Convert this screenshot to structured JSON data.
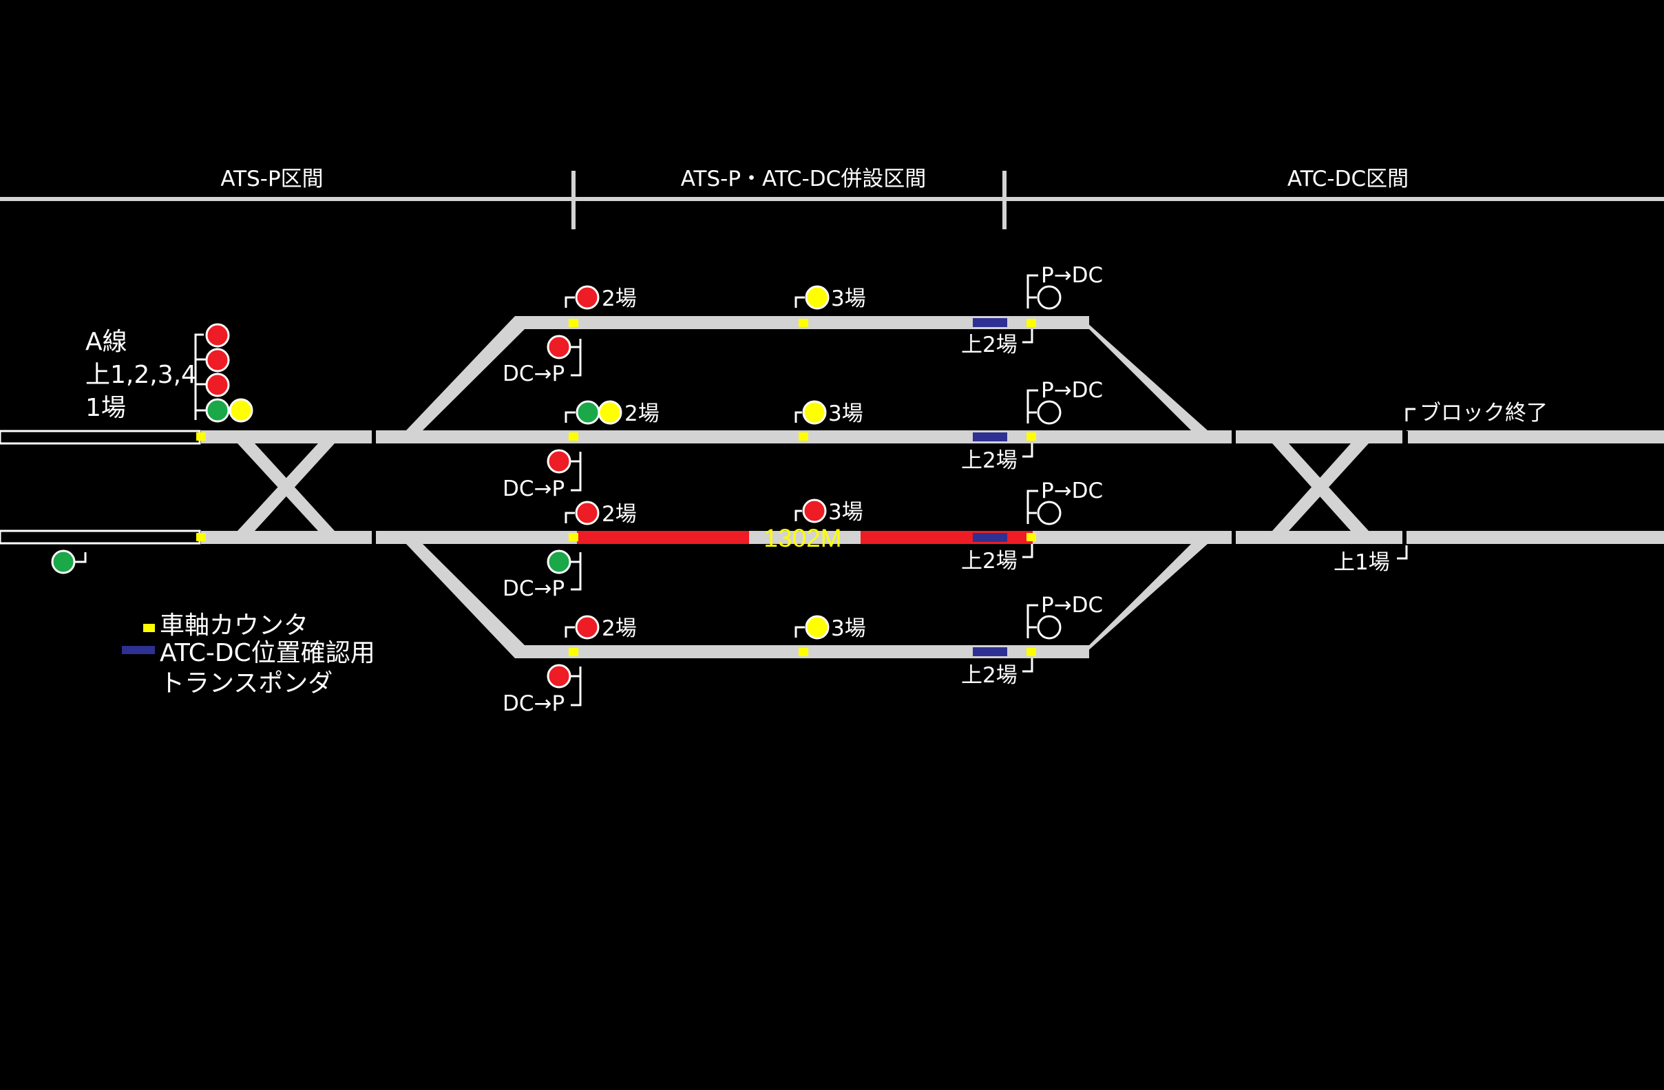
{
  "sections": {
    "ats_p": "ATS-P区間",
    "mixed": "ATS-P・ATC-DC併設区間",
    "atc_dc": "ATC-DC区間"
  },
  "home_signal": {
    "line1": "A線",
    "line2": "上1,2,3,4",
    "line3": "1場"
  },
  "labels": {
    "track1_2": "2場",
    "track1_3": "3場",
    "track2_2": "2場",
    "track2_3": "3場",
    "track3_2": "2場",
    "track3_3": "3場",
    "track4_2": "2場",
    "track4_3": "3場",
    "dc_p_1": "DC→P",
    "dc_p_2": "DC→P",
    "dc_p_3": "DC→P",
    "dc_p_4": "DC→P",
    "p_dc_1": "P→DC",
    "p_dc_2": "P→DC",
    "p_dc_3": "P→DC",
    "p_dc_4": "P→DC",
    "up2_1": "上2場",
    "up2_2": "上2場",
    "up2_3": "上2場",
    "up2_4": "上2場",
    "block_end": "ブロック終了",
    "up1": "上1場"
  },
  "train": {
    "id": "1302M",
    "color": "#ee1c24"
  },
  "legend": {
    "axle_counter": "車軸カウンタ",
    "transponder_line1": "ATC-DC位置確認用",
    "transponder_line2": "トランスポンダ"
  },
  "colors": {
    "background": "#000000",
    "track": "#d3d3d3",
    "red": "#ee1c24",
    "green": "#1aa848",
    "yellow": "#ffff00",
    "axle_counter": "#ffff00",
    "transponder": "#2e3192"
  }
}
